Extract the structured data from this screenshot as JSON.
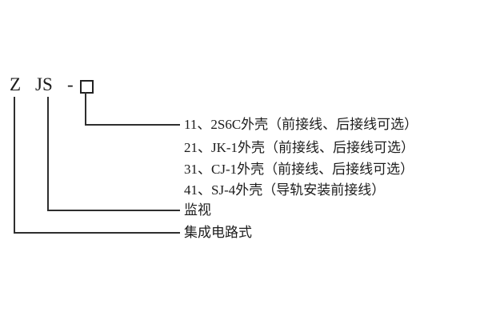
{
  "model": {
    "letter_z": "Z",
    "letters_js": "JS",
    "dash": "-",
    "placeholder": "□"
  },
  "options": [
    "11、2S6C外壳（前接线、后接线可选）",
    "21、JK-1外壳（前接线、后接线可选）",
    "31、CJ-1外壳（前接线、后接线可选）",
    "41、SJ-4外壳（导轨安装前接线）"
  ],
  "labels": {
    "js_meaning": "监视",
    "z_meaning": "集成电路式"
  },
  "colors": {
    "background": "#ffffff",
    "text": "#1c1c1c",
    "line": "#2e2e2e"
  }
}
